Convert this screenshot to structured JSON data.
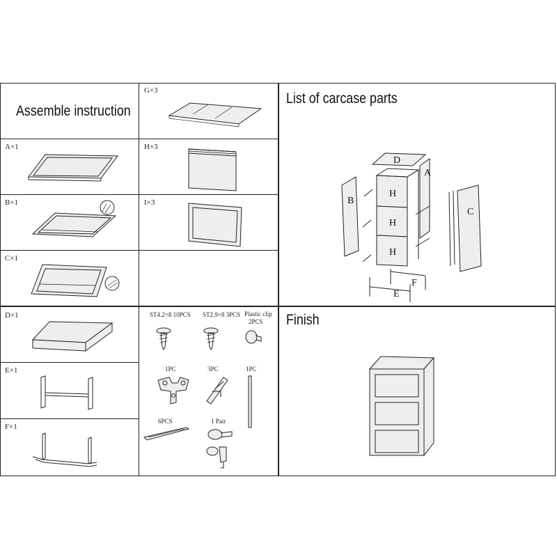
{
  "left_panel": {
    "title": "Assemble instruction",
    "parts": [
      {
        "label": "A×1"
      },
      {
        "label": "B×1"
      },
      {
        "label": "C×1"
      },
      {
        "label": "D×1"
      },
      {
        "label": "E×1"
      },
      {
        "label": "F×1"
      }
    ]
  },
  "middle_panel": {
    "parts": [
      {
        "label": "G×3"
      },
      {
        "label": "H×3"
      },
      {
        "label": "I×3"
      }
    ],
    "hardware": [
      {
        "label": "ST4.2×8  10PCS",
        "icon": "screw-icon"
      },
      {
        "label": "ST2.9×8 3PCS",
        "icon": "screw-icon"
      },
      {
        "label": "Plastic clip",
        "sublabel": "2PCS",
        "icon": "plastic-clip-icon"
      },
      {
        "label": "1PC",
        "icon": "bracket-icon"
      },
      {
        "label": "3PC",
        "icon": "follower-block-icon"
      },
      {
        "label": "1PC",
        "icon": "rod-icon"
      },
      {
        "label": "6PCS",
        "icon": "slide-rail-icon"
      },
      {
        "label": "1 Pair",
        "icon": "lock-and-keys-icon"
      }
    ]
  },
  "right_panel": {
    "carcase_title": "List of carcase parts",
    "finish_title": "Finish",
    "part_letters": [
      "D",
      "A",
      "B",
      "H",
      "H",
      "H",
      "C",
      "F",
      "E"
    ]
  }
}
